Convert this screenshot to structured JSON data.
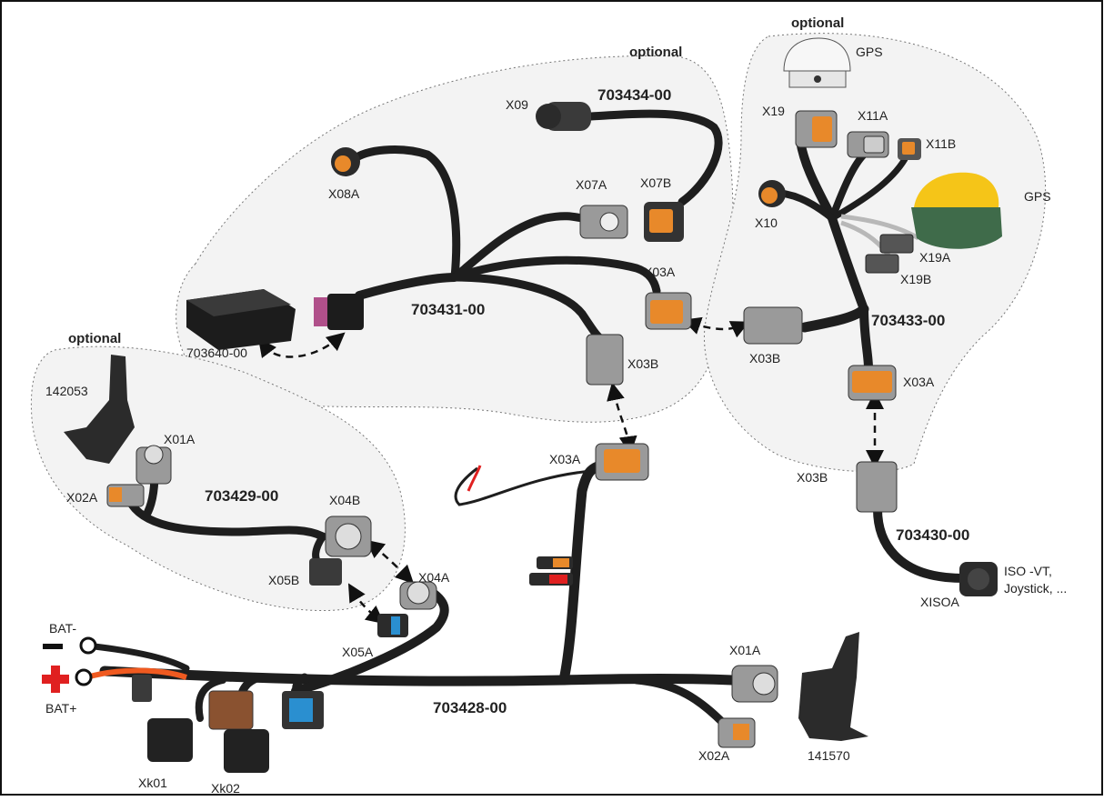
{
  "harnesses": [
    {
      "id": "703428-00"
    },
    {
      "id": "703429-00"
    },
    {
      "id": "703430-00"
    },
    {
      "id": "703431-00"
    },
    {
      "id": "703433-00"
    },
    {
      "id": "703434-00"
    }
  ],
  "optional_label": "optional",
  "connectors": {
    "x09": "X09",
    "x08a": "X08A",
    "x07a": "X07A",
    "x07b": "X07B",
    "x03a_731": "X03A",
    "x03b_731": "X03B",
    "ecu": "703640-00",
    "x03a_728": "X03A",
    "x19": "X19",
    "x11a": "X11A",
    "x11b": "X11B",
    "x10": "X10",
    "x19a": "X19A",
    "x19b": "X19B",
    "x03b_733": "X03B",
    "x03a_733": "X03A",
    "x03b_730": "X03B",
    "xisoa": "XISOA",
    "iso_line1": "ISO -VT,",
    "iso_line2": "Joystick, ...",
    "gps_top": "GPS",
    "gps_right": "GPS",
    "bracket_142053": "142053",
    "x01a_729": "X01A",
    "x02a_729": "X02A",
    "x04b": "X04B",
    "x05b": "X05B",
    "x04a": "X04A",
    "x05a": "X05A",
    "bat_minus": "BAT-",
    "bat_plus": "BAT+",
    "xk01": "Xk01",
    "xk02": "Xk02",
    "x01a_728": "X01A",
    "x02a_728": "X02A",
    "bracket_141570": "141570"
  },
  "colors": {
    "cable": "#1e1e1e",
    "connector_orange": "#e8892a",
    "connector_grey": "#9a9a9a",
    "gps_yellow": "#f5c518",
    "gps_green": "#3f6b4a",
    "relay_brown": "#8a5230",
    "relay_blue": "#2a8fd0",
    "ecu_plug": "#b0508a",
    "bat_plus_red": "#e02020",
    "bat_plus_wire": "#f05a20"
  }
}
